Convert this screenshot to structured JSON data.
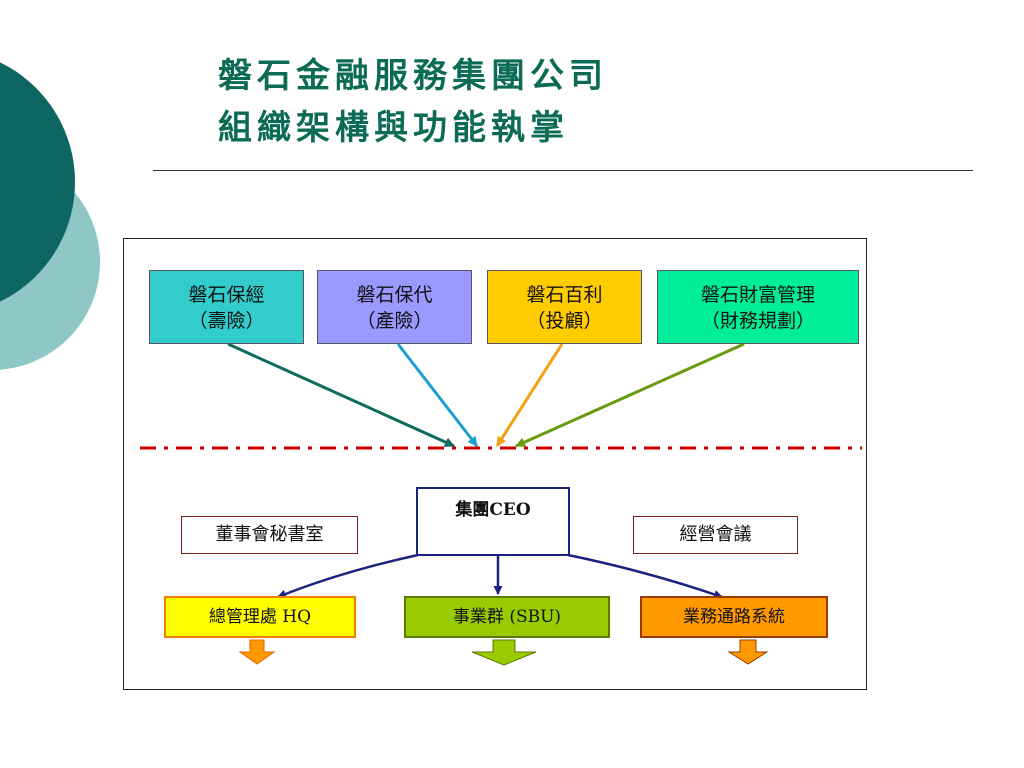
{
  "title": {
    "line1": "磐石金融服務集團公司",
    "line2": "組織架構與功能執掌"
  },
  "subsidiaries": [
    {
      "name": "磐石保經",
      "role": "（壽險）",
      "color": "#33cccc"
    },
    {
      "name": "磐石保代",
      "role": "（產險）",
      "color": "#9999ff"
    },
    {
      "name": "磐石百利",
      "role": "（投顧）",
      "color": "#ffcc00"
    },
    {
      "name": "磐石財富管理",
      "role": "（財務規劃）",
      "color": "#00ee99"
    }
  ],
  "ceo": {
    "label": "集團CEO"
  },
  "side_units": {
    "left": "董事會秘書室",
    "right": "經營會議"
  },
  "departments": [
    {
      "label": "總管理處 HQ",
      "color": "#ffff00"
    },
    {
      "label": "事業群 (SBU)",
      "color": "#99cc00"
    },
    {
      "label": "業務通路系統",
      "color": "#ff9900"
    }
  ],
  "colors": {
    "title": "#0b6b55",
    "accent_dark_teal": "#0d6661",
    "accent_light_teal": "#8fc6c6",
    "divider_dash": "#cc0000"
  }
}
